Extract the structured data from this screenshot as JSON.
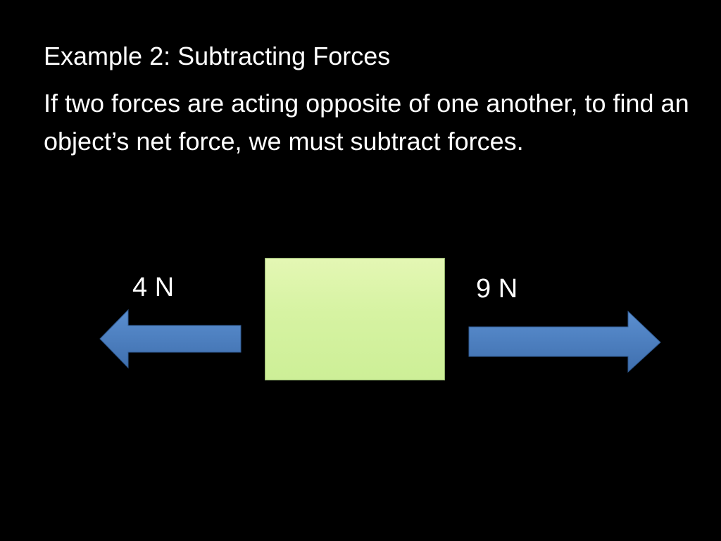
{
  "slide": {
    "title": "Example 2: Subtracting Forces",
    "body": "If two forces are acting opposite of one another, to find an object’s net force, we must subtract forces."
  },
  "diagram": {
    "left_force": {
      "label": "4 N",
      "direction": "left",
      "color": "#4f81bd"
    },
    "right_force": {
      "label": "9 N",
      "direction": "right",
      "color": "#4f81bd"
    },
    "object": {
      "color": "#d6f3a2"
    }
  },
  "colors": {
    "background": "#000000",
    "text": "#ffffff"
  }
}
